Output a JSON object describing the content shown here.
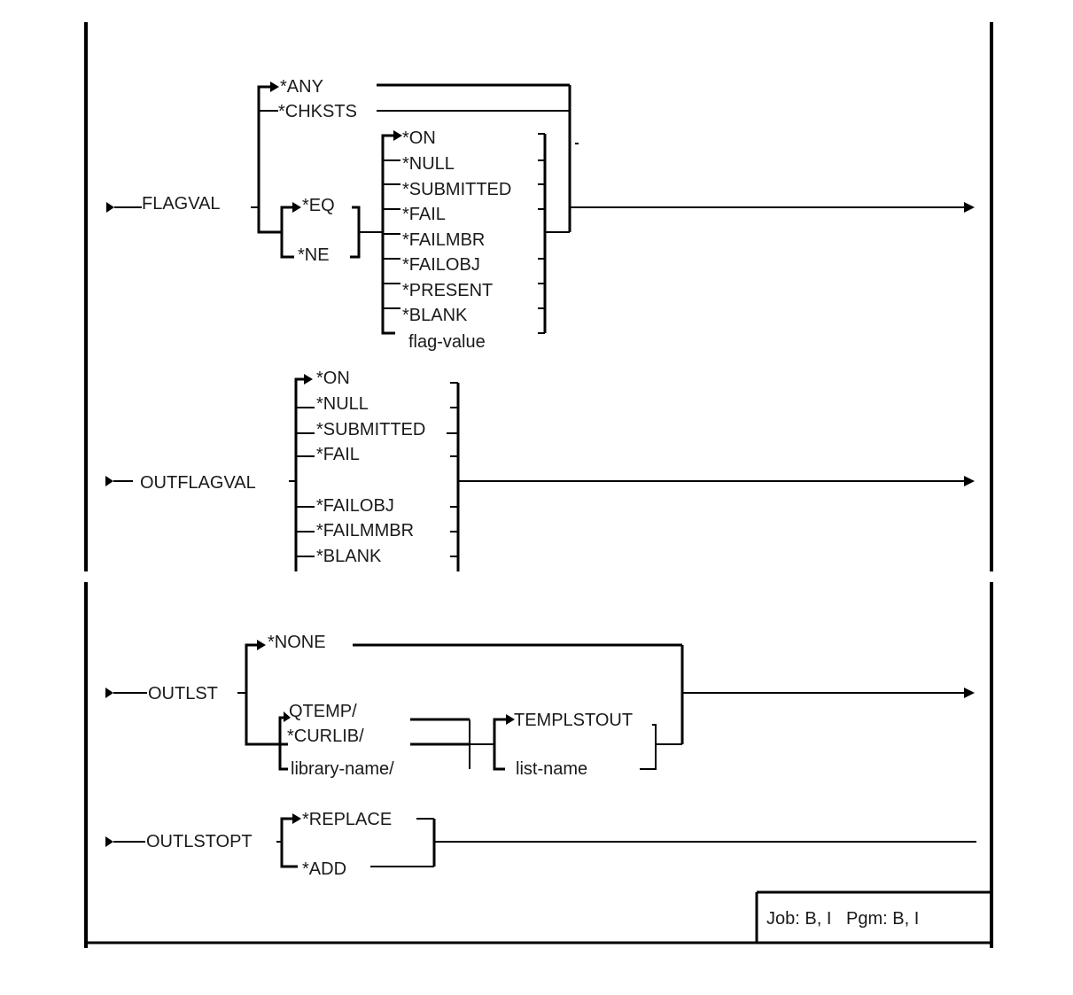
{
  "diagram": {
    "type": "syntax-diagram",
    "flagval": {
      "keyword": "FLAGVAL",
      "choices": [
        "*ANY",
        "*CHKSTS"
      ],
      "operators": [
        "*EQ",
        "*NE"
      ],
      "values": [
        "*ON",
        "*NULL",
        "*SUBMITTED",
        "*FAIL",
        "*FAILMBR",
        "*FAILOBJ",
        "*PRESENT",
        "*BLANK",
        "flag-value"
      ]
    },
    "outflagval": {
      "keyword": "OUTFLAGVAL",
      "values": [
        "*ON",
        "*NULL",
        "*SUBMITTED",
        "*FAIL",
        "*FAILOBJ",
        "*FAILMMBR",
        "*BLANK"
      ]
    },
    "outlst": {
      "keyword": "OUTLST",
      "default": "*NONE",
      "libraries": [
        "QTEMP/",
        "*CURLIB/",
        "library-name/"
      ],
      "lists": [
        "TEMPLSTOUT",
        "list-name"
      ]
    },
    "outlstopt": {
      "keyword": "OUTLSTOPT",
      "values": [
        "*REPLACE",
        "*ADD"
      ]
    },
    "footer": {
      "applicability": "Job: B, I   Pgm: B, I"
    }
  }
}
